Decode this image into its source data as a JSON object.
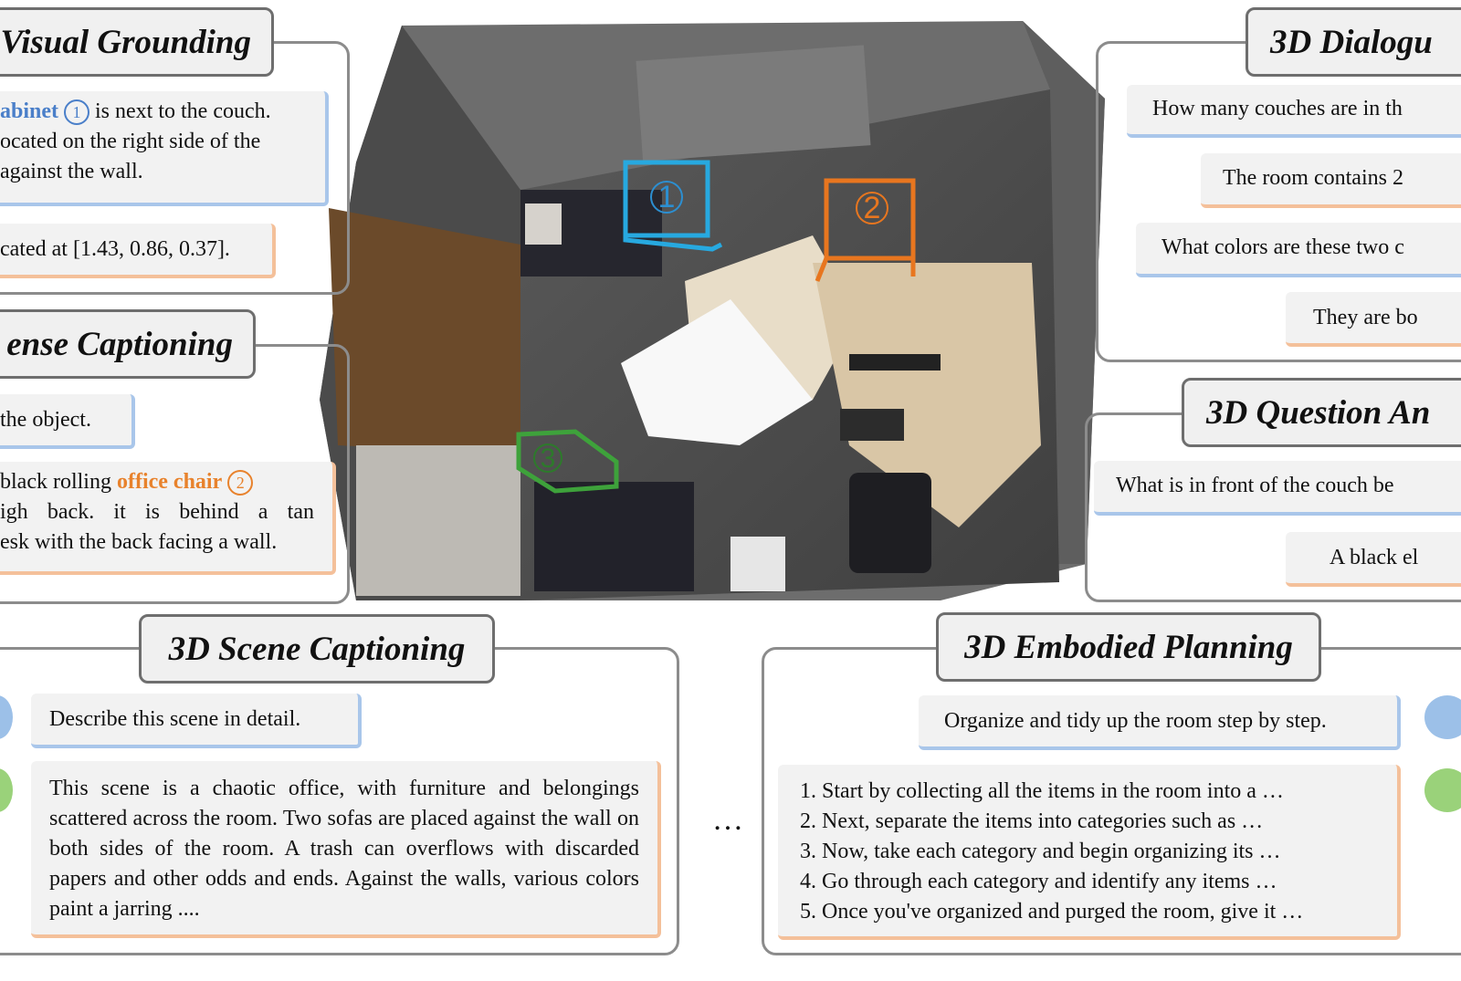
{
  "visual_grounding": {
    "title": "Visual Grounding",
    "q_obj": "abinet",
    "q_mark": "1",
    "q_rest1": " is next to the couch.",
    "q_line2": "ocated on the right side of the",
    "q_line3": " against the wall.",
    "answer": "cated at [1.43, 0.86, 0.37]."
  },
  "dense_captioning": {
    "title": "ense Captioning",
    "question": "the object.",
    "a_pre": "black rolling ",
    "a_obj": "office chair",
    "a_mark": "2",
    "a_line2": "igh back. it is behind a tan",
    "a_line3": "esk with the back facing a wall."
  },
  "dialogue": {
    "title": "3D Dialogu",
    "turns": [
      "How many couches are in th",
      "The room contains 2",
      "What colors are these two c",
      "They are bo"
    ]
  },
  "qa": {
    "title": "3D Question An",
    "question": "What is in front of the couch be",
    "answer": "A black el"
  },
  "scene_captioning": {
    "title": "3D Scene Captioning",
    "question": "Describe this scene in detail.",
    "answer": "This scene is a chaotic office, with furniture and belongings scattered across the room. Two sofas are placed against the wall on both sides of the room. A trash can overflows with discarded papers and other odds and ends. Against the walls, various colors paint a jarring ...."
  },
  "embodied_planning": {
    "title": "3D Embodied Planning",
    "question": "Organize and tidy up the room step by step.",
    "steps": [
      "1. Start by collecting all the items in the room into a …",
      "2. Next, separate the items into categories such as …",
      "3. Now, take each category and begin organizing its …",
      "4. Go through each category and identify any items …",
      "5. Once you've organized and purged the room, give it …"
    ]
  },
  "ellipsis": "…",
  "scene": {
    "boxes": [
      {
        "label": "1",
        "color": "#27a9e0"
      },
      {
        "label": "2",
        "color": "#e8761f"
      },
      {
        "label": "3",
        "color": "#3ea23b"
      }
    ]
  }
}
